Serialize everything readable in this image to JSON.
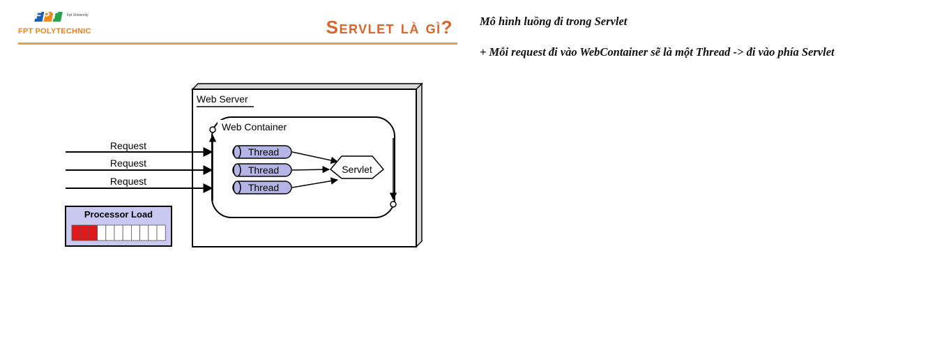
{
  "header": {
    "logo_letters": "FPT",
    "logo_sub": "Fpt University",
    "logo_text": "FPT POLYTECHNIC",
    "title": "Servlet là gì?",
    "accent_color": "#f39c3c",
    "title_color": "#d9652a"
  },
  "diagram": {
    "web_server_label": "Web Server",
    "web_container_label": "Web Container",
    "requests": [
      "Request",
      "Request",
      "Request"
    ],
    "threads": [
      "Thread",
      "Thread",
      "Thread"
    ],
    "servlet_label": "Servlet",
    "processor_load_label": "Processor Load",
    "processor_load": {
      "filled_segments": 3,
      "total_segments": 11
    },
    "colors": {
      "thread_fill": "#b4b4e6",
      "load_fill": "#e01a1a",
      "load_panel": "#c8c8f0"
    }
  },
  "notes": {
    "line1": "Mô hình luồng đi trong Servlet",
    "line2": "+ Mỗi request đi vào WebContainer sẽ là một Thread -> đi vào phía Servlet"
  }
}
